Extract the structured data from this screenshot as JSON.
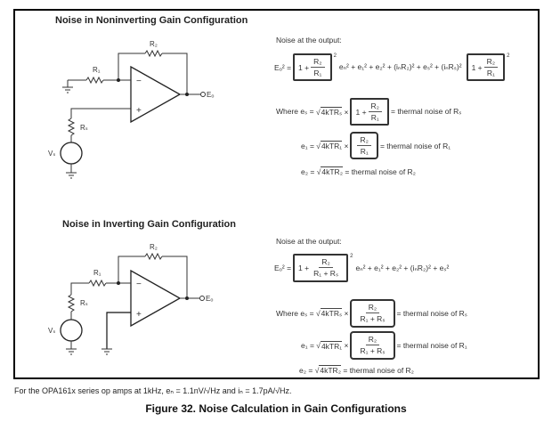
{
  "figure": {
    "caption": "Figure 32.  Noise Calculation in Gain Configurations",
    "footnote": "For the OPA161x series op amps at 1kHz, eₙ = 1.1nV/√Hz and iₙ = 1.7pA/√Hz."
  },
  "noninverting": {
    "title": "Noise in Noninverting Gain Configuration",
    "labels": {
      "r1": "R₁",
      "r2": "R₂",
      "rs": "Rₛ",
      "vs": "Vₛ",
      "eo": "Eₒ",
      "minus": "−",
      "plus": "+"
    },
    "output_heading": "Noise at the output:",
    "eq_main": {
      "lhs": "Eₒ² =",
      "one_plus": "1 +",
      "num": "R₂",
      "den": "R₁",
      "exp": "2",
      "terms": "eₙ² + e₁² + e₂² + (iₙR₂)² + eₛ² + (iₙRₛ)²",
      "tail_one_plus": "1 +",
      "tail_num": "R₂",
      "tail_den": "R₁",
      "tail_exp": "2"
    },
    "eq_es": {
      "prefix": "Where eₛ =",
      "sqrt": "4kTRₛ",
      "times": "×",
      "one_plus": "1 +",
      "num": "R₂",
      "den": "R₁",
      "suffix": "= thermal noise of Rₛ"
    },
    "eq_e1": {
      "prefix": "e₁ =",
      "sqrt": "4kTR₁",
      "times": "×",
      "num": "R₂",
      "den": "R₁",
      "suffix": "= thermal noise of R₁"
    },
    "eq_e2": {
      "prefix": "e₂ =",
      "sqrt": "4kTR₂",
      "suffix": "= thermal noise of R₂"
    }
  },
  "inverting": {
    "title": "Noise in Inverting Gain Configuration",
    "labels": {
      "r1": "R₁",
      "r2": "R₂",
      "rs": "Rₛ",
      "vs": "Vₛ",
      "eo": "Eₒ",
      "minus": "−",
      "plus": "+"
    },
    "output_heading": "Noise at the output:",
    "eq_main": {
      "lhs": "Eₒ² =",
      "one_plus": "1 +",
      "num": "R₂",
      "den": "R₁ + Rₛ",
      "exp": "2",
      "terms": "eₙ² + e₁² + e₂² + (iₙR₂)² + eₛ²"
    },
    "eq_es": {
      "prefix": "Where eₛ =",
      "sqrt": "4kTRₛ",
      "times": "×",
      "num": "R₂",
      "den": "R₁ + Rₛ",
      "suffix": "= thermal noise of Rₛ"
    },
    "eq_e1": {
      "prefix": "e₁ =",
      "sqrt": "4kTR₁",
      "times": "×",
      "num": "R₂",
      "den": "R₁ + Rₛ",
      "suffix": "= thermal noise of R₁"
    },
    "eq_e2": {
      "prefix": "e₂ =",
      "sqrt": "4kTR₂",
      "suffix": "= thermal noise of R₂"
    }
  }
}
